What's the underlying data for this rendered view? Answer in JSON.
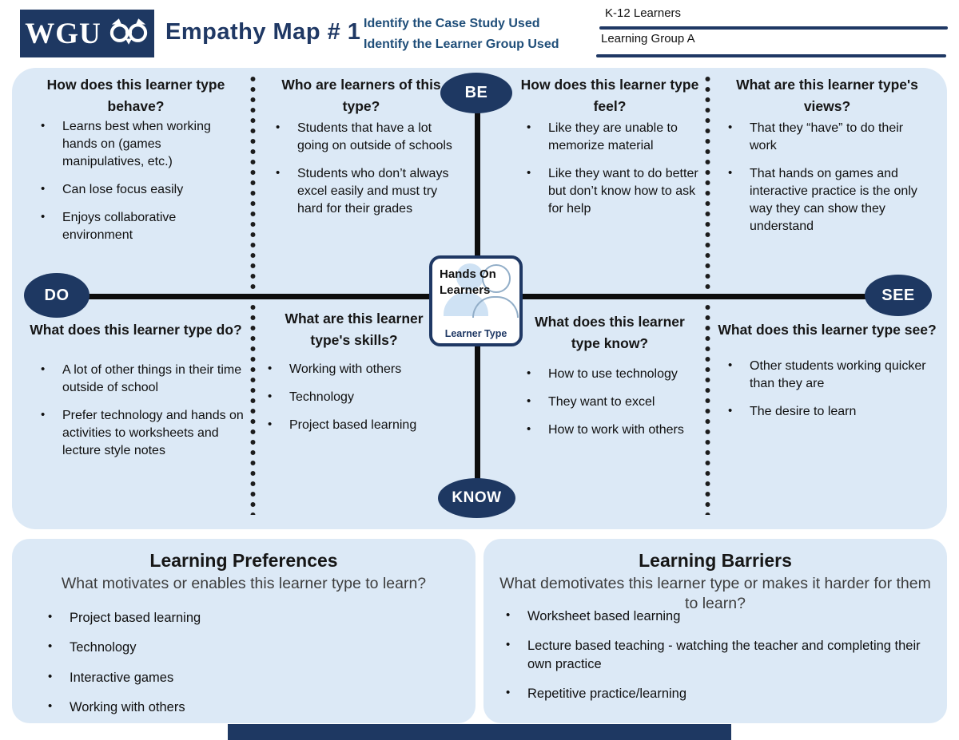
{
  "header": {
    "logo_text": "WGU",
    "title": "Empathy Map # 1",
    "case_study_label": "Identify the Case Study Used",
    "learner_group_label": "Identify the Learner Group Used",
    "case_study_value": "K-12 Learners",
    "learner_group_value": "Learning Group A"
  },
  "map": {
    "axis": {
      "be": "BE",
      "do": "DO",
      "see": "SEE",
      "know": "KNOW"
    },
    "center": {
      "learner_type_value": "Hands On Learners",
      "label": "Learner Type"
    },
    "quadrants": [
      {
        "id": "behave",
        "question": "How does this learner type behave?",
        "bullets": [
          "Learns best when working hands on (games manipulatives, etc.)",
          "Can lose focus easily",
          "Enjoys collaborative environment"
        ]
      },
      {
        "id": "who",
        "question": "Who are learners of this type?",
        "bullets": [
          "Students that have a lot going on outside of schools",
          "Students who don’t always excel easily and must try hard for their grades"
        ]
      },
      {
        "id": "feel",
        "question": "How does this learner type feel?",
        "bullets": [
          "Like they are unable to memorize material",
          "Like they want to do better but don’t know how to ask for help"
        ]
      },
      {
        "id": "views",
        "question": "What are this learner type's views?",
        "bullets": [
          "That they “have” to do their work",
          "That hands on games and interactive practice is the only way they can show they understand"
        ]
      },
      {
        "id": "do",
        "question": "What does this learner type do?",
        "bullets": [
          "A lot of other things in their time outside of school",
          "Prefer technology and hands on activities to worksheets and lecture style notes"
        ]
      },
      {
        "id": "skills",
        "question": "What are this learner type's skills?",
        "bullets": [
          "Working with others",
          "Technology",
          "Project based learning"
        ]
      },
      {
        "id": "know",
        "question": "What does this learner type know?",
        "bullets": [
          "How to use technology",
          "They want to excel",
          "How to work with others"
        ]
      },
      {
        "id": "see",
        "question": "What does this learner type see?",
        "bullets": [
          "Other students working quicker than they are",
          "The desire to learn"
        ]
      }
    ]
  },
  "preferences": {
    "title": "Learning Preferences",
    "subtitle": "What motivates or enables this learner type to learn?",
    "bullets": [
      "Project based learning",
      "Technology",
      "Interactive games",
      "Working with others"
    ]
  },
  "barriers": {
    "title": "Learning Barriers",
    "subtitle": "What demotivates this learner type or makes it harder for them to learn?",
    "bullets": [
      "Worksheet based learning",
      "Lecture based teaching - watching the teacher and completing their own practice",
      "Repetitive practice/learning"
    ]
  },
  "colors": {
    "navy": "#1e3862",
    "label_blue": "#1f4e79",
    "card_bg": "#dce9f6"
  }
}
